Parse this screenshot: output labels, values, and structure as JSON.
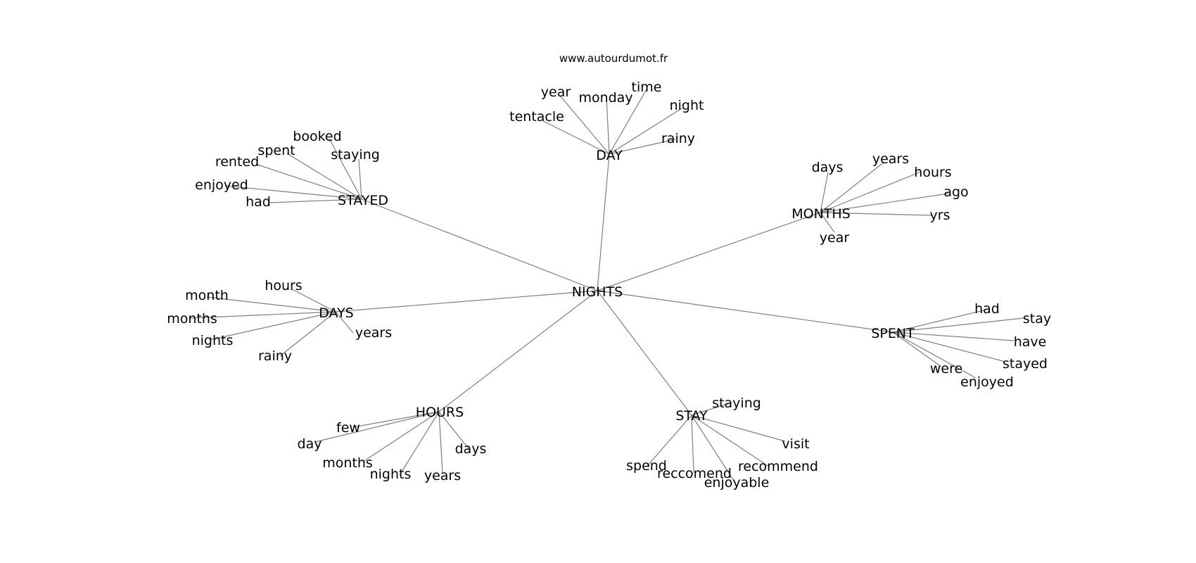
{
  "site_label": "www.autourdumot.fr",
  "root": "NIGHTS",
  "clusters": [
    {
      "hub": "DAY",
      "leaves": [
        "tentacle",
        "year",
        "monday",
        "time",
        "night",
        "rainy"
      ]
    },
    {
      "hub": "STAYED",
      "leaves": [
        "booked",
        "spent",
        "staying",
        "rented",
        "enjoyed",
        "had"
      ]
    },
    {
      "hub": "MONTHS",
      "leaves": [
        "days",
        "years",
        "hours",
        "ago",
        "yrs",
        "year"
      ]
    },
    {
      "hub": "DAYS",
      "leaves": [
        "hours",
        "month",
        "months",
        "nights",
        "rainy",
        "years"
      ]
    },
    {
      "hub": "SPENT",
      "leaves": [
        "had",
        "stay",
        "have",
        "stayed",
        "were",
        "enjoyed"
      ]
    },
    {
      "hub": "HOURS",
      "leaves": [
        "few",
        "day",
        "months",
        "nights",
        "years",
        "days"
      ]
    },
    {
      "hub": "STAY",
      "leaves": [
        "staying",
        "visit",
        "recommend",
        "spend",
        "reccomend",
        "enjoyable"
      ]
    }
  ]
}
